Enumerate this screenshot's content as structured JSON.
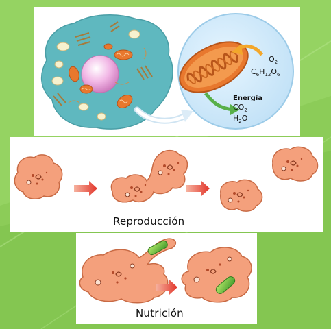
{
  "cell_diagram": {
    "oxygen_label": "O",
    "oxygen_sub": "2",
    "glucose_label": "C6H12O6",
    "energy_label": "Energía",
    "co2_label": "CO",
    "co2_sub": "2",
    "water_label": "H",
    "water_sub": "2",
    "water_tail": "O"
  },
  "reproduccion": {
    "caption": "Reproducción"
  },
  "nutricion": {
    "caption": "Nutrición"
  },
  "colors": {
    "background": "#8fd05a",
    "cell_cytoplasm": "#5fb8bf",
    "mitochondria": "#e8782e",
    "amoeba": "#f4a07c",
    "arrow": "#e2352a",
    "food": "#6ac23a"
  }
}
